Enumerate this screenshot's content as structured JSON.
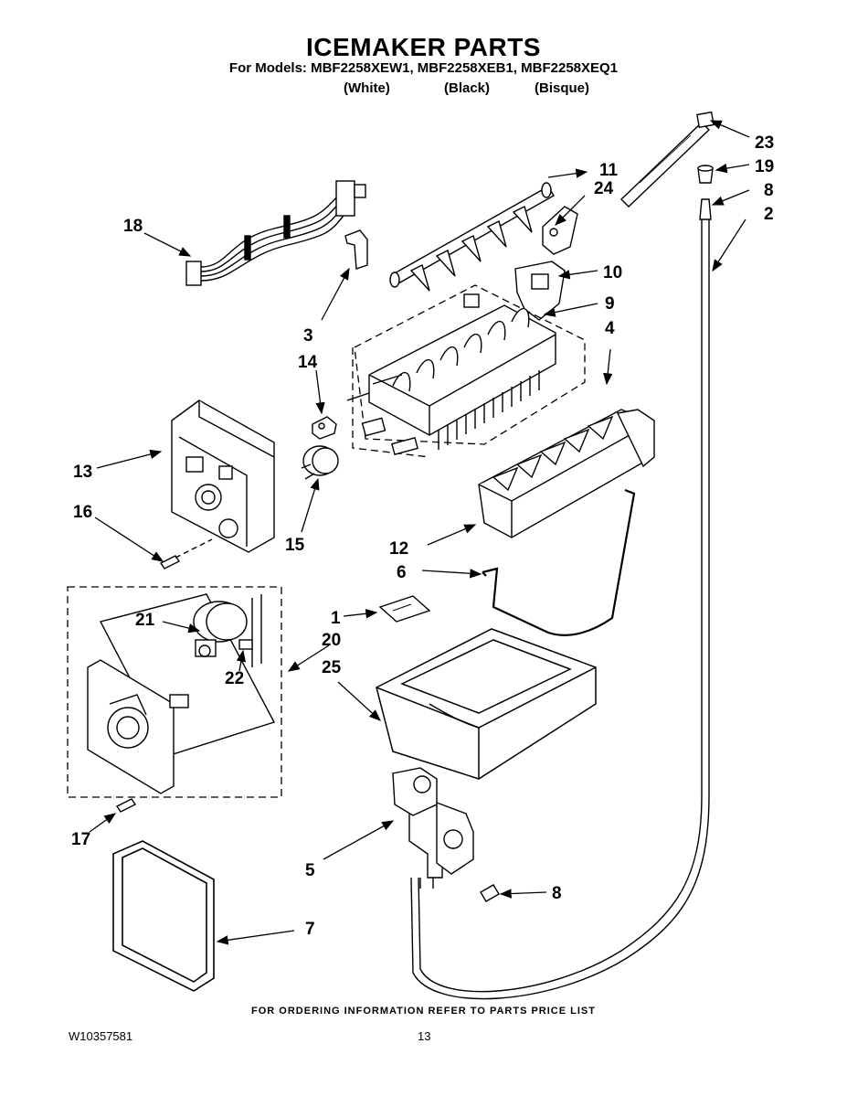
{
  "header": {
    "title": "ICEMAKER PARTS",
    "models": "For Models: MBF2258XEW1, MBF2258XEB1, MBF2258XEQ1",
    "colors": [
      "(White)",
      "(Black)",
      "(Bisque)"
    ]
  },
  "callouts": {
    "c1": "1",
    "c2": "2",
    "c3": "3",
    "c4": "4",
    "c5": "5",
    "c6": "6",
    "c7": "7",
    "c8a": "8",
    "c8b": "8",
    "c9": "9",
    "c10": "10",
    "c11": "11",
    "c12": "12",
    "c13": "13",
    "c14": "14",
    "c15": "15",
    "c16": "16",
    "c17": "17",
    "c18": "18",
    "c19": "19",
    "c20": "20",
    "c21": "21",
    "c22": "22",
    "c23": "23",
    "c24": "24",
    "c25": "25"
  },
  "footer": {
    "note": "FOR ORDERING INFORMATION REFER TO PARTS PRICE LIST",
    "doc_number": "W10357581",
    "page": "13"
  }
}
